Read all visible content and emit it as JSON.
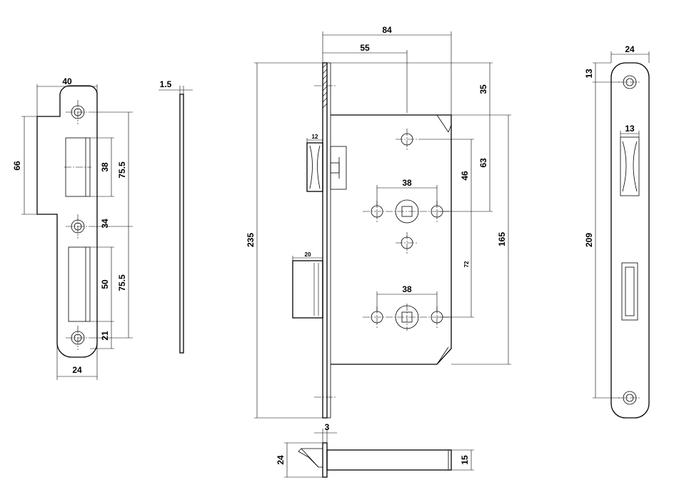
{
  "dimensions": {
    "strike_width_top": "40",
    "strike_height_66": "66",
    "strike_slot_38": "38",
    "strike_slot_pitch_75_5_top": "75.5",
    "strike_hole_34": "34",
    "strike_slot_50": "50",
    "strike_slot_pitch_75_5_bottom": "75.5",
    "strike_hole_21": "21",
    "strike_width_bottom": "24",
    "plate_thickness": "1.5",
    "backset_84": "84",
    "backset_55": "55",
    "dim_35": "35",
    "dim_63": "63",
    "dim_46": "46",
    "spindle_spacing_38_top": "38",
    "body_height_235": "235",
    "case_height_165": "165",
    "latch_12": "12",
    "bolt_20": "20",
    "dim_72": "72",
    "spindle_spacing_38_bottom": "38",
    "faceplate_3": "3",
    "faceplate_24": "24",
    "bolt_15": "15",
    "front_width_24": "24",
    "front_13_top": "13",
    "front_slot_13": "13",
    "front_height_209": "209"
  }
}
